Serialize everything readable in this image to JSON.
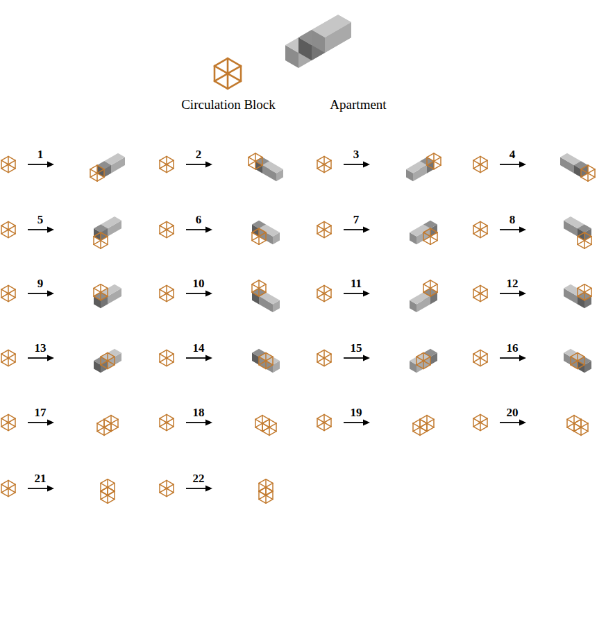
{
  "diagram": {
    "labels": [
      "1",
      "2",
      "3",
      "4",
      "5",
      "6",
      "7",
      "8",
      "9",
      "10",
      "11",
      "12",
      "13",
      "14",
      "15",
      "16",
      "17",
      "18",
      "19",
      "20",
      "21",
      "22"
    ],
    "legend": [
      {
        "text": "Circulation Block"
      },
      {
        "text": "Apartment"
      }
    ]
  }
}
